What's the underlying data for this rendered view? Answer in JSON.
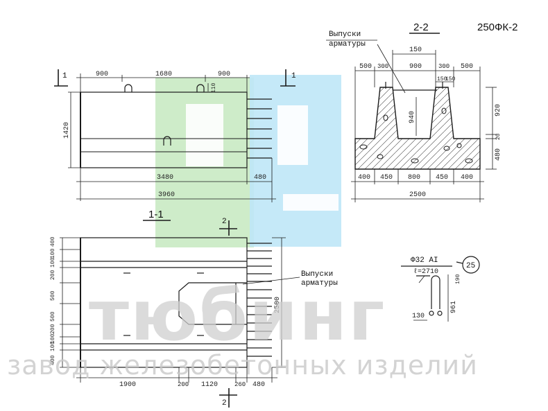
{
  "title": "250ФК-2",
  "views": {
    "top": {
      "section_mark_left": "1",
      "section_mark_right": "1",
      "dims_top": [
        "900",
        "1680",
        "900"
      ],
      "dim_left": "1420",
      "dims_bottom": [
        "3480",
        "480"
      ],
      "dim_total": "3960",
      "small_dim": "110"
    },
    "section_11": {
      "label": "1-1",
      "section_mark_top": "2",
      "section_mark_bottom": "2",
      "dims_left": [
        "400",
        "100",
        "100",
        "200",
        "500",
        "500",
        "200",
        "100",
        "100",
        "400"
      ],
      "dim_right": "2500",
      "dims_bottom": [
        "1900",
        "200",
        "1120",
        "260",
        "480"
      ],
      "callout": [
        "Выпуски",
        "арматуры"
      ]
    },
    "section_22": {
      "label": "2-2",
      "callout": [
        "Выпуски",
        "арматуры"
      ],
      "dim_top": "150",
      "dims_top": [
        "500",
        "300",
        "900",
        "300",
        "500"
      ],
      "dims_small": [
        "150",
        "150"
      ],
      "dim_inner": "940",
      "dims_right": [
        "920",
        "20",
        "480"
      ],
      "dims_bottom": [
        "400",
        "450",
        "800",
        "450",
        "400"
      ],
      "dim_total": "2500"
    },
    "detail": {
      "rebar": "Ф32 АI",
      "length": "ℓ=2710",
      "mark": "25",
      "dims": [
        "190",
        "961",
        "130"
      ]
    }
  },
  "watermark": {
    "brand": "тюбинг",
    "tagline": "завод железобетонных изделий"
  },
  "colors": {
    "line": "#1a1a1a",
    "logo_green": "#c6e9c0",
    "logo_blue": "#bfe7f7",
    "watermark": "#cfcfcf"
  }
}
